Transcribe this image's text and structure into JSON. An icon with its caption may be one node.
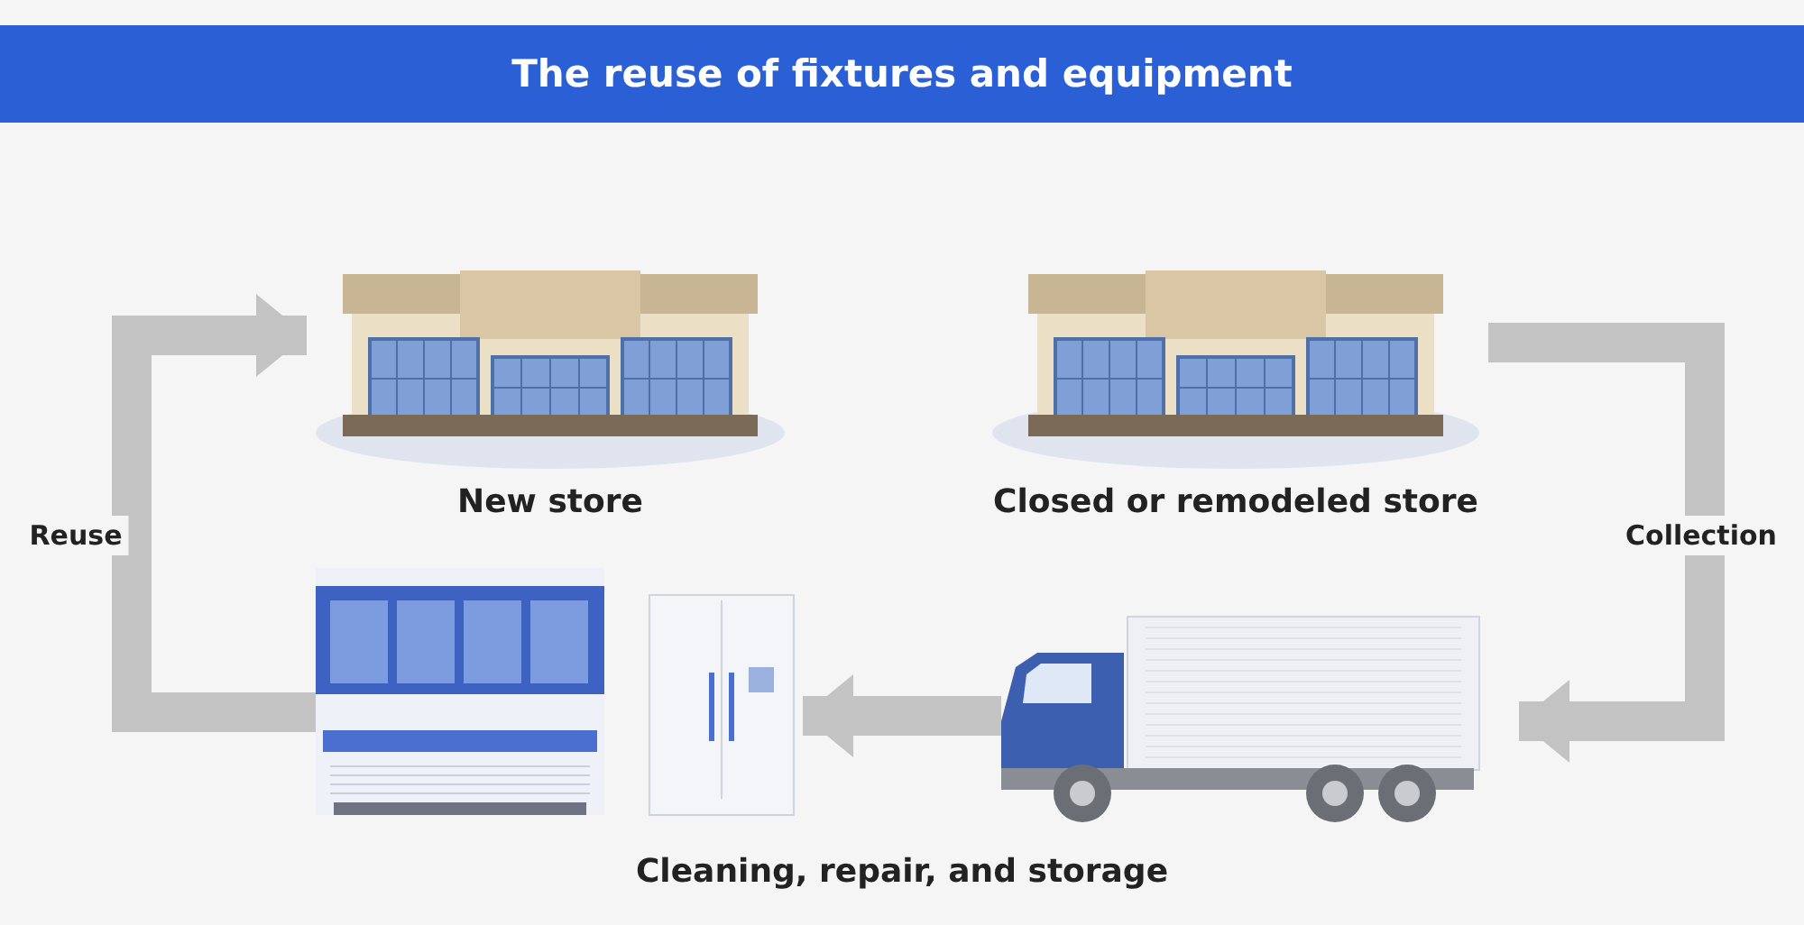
{
  "diagram": {
    "title": "The reuse of fixtures and equipment",
    "nodes": [
      {
        "text": [
          "New store"
        ]
      },
      {
        "text": [
          "Closed or remodeled store"
        ]
      },
      {
        "text": [],
        "shape": "picture"
      },
      {
        "text": [],
        "shape": "picture"
      }
    ],
    "edges": [
      {
        "from": 1,
        "to": 3,
        "arrow": "to",
        "label": "Collection"
      },
      {
        "from": 3,
        "to": 2,
        "arrow": "to"
      },
      {
        "from": 2,
        "to": 0,
        "arrow": "to",
        "label": "Reuse"
      }
    ],
    "labels": [
      "Cleaning, repair, and storage"
    ]
  }
}
